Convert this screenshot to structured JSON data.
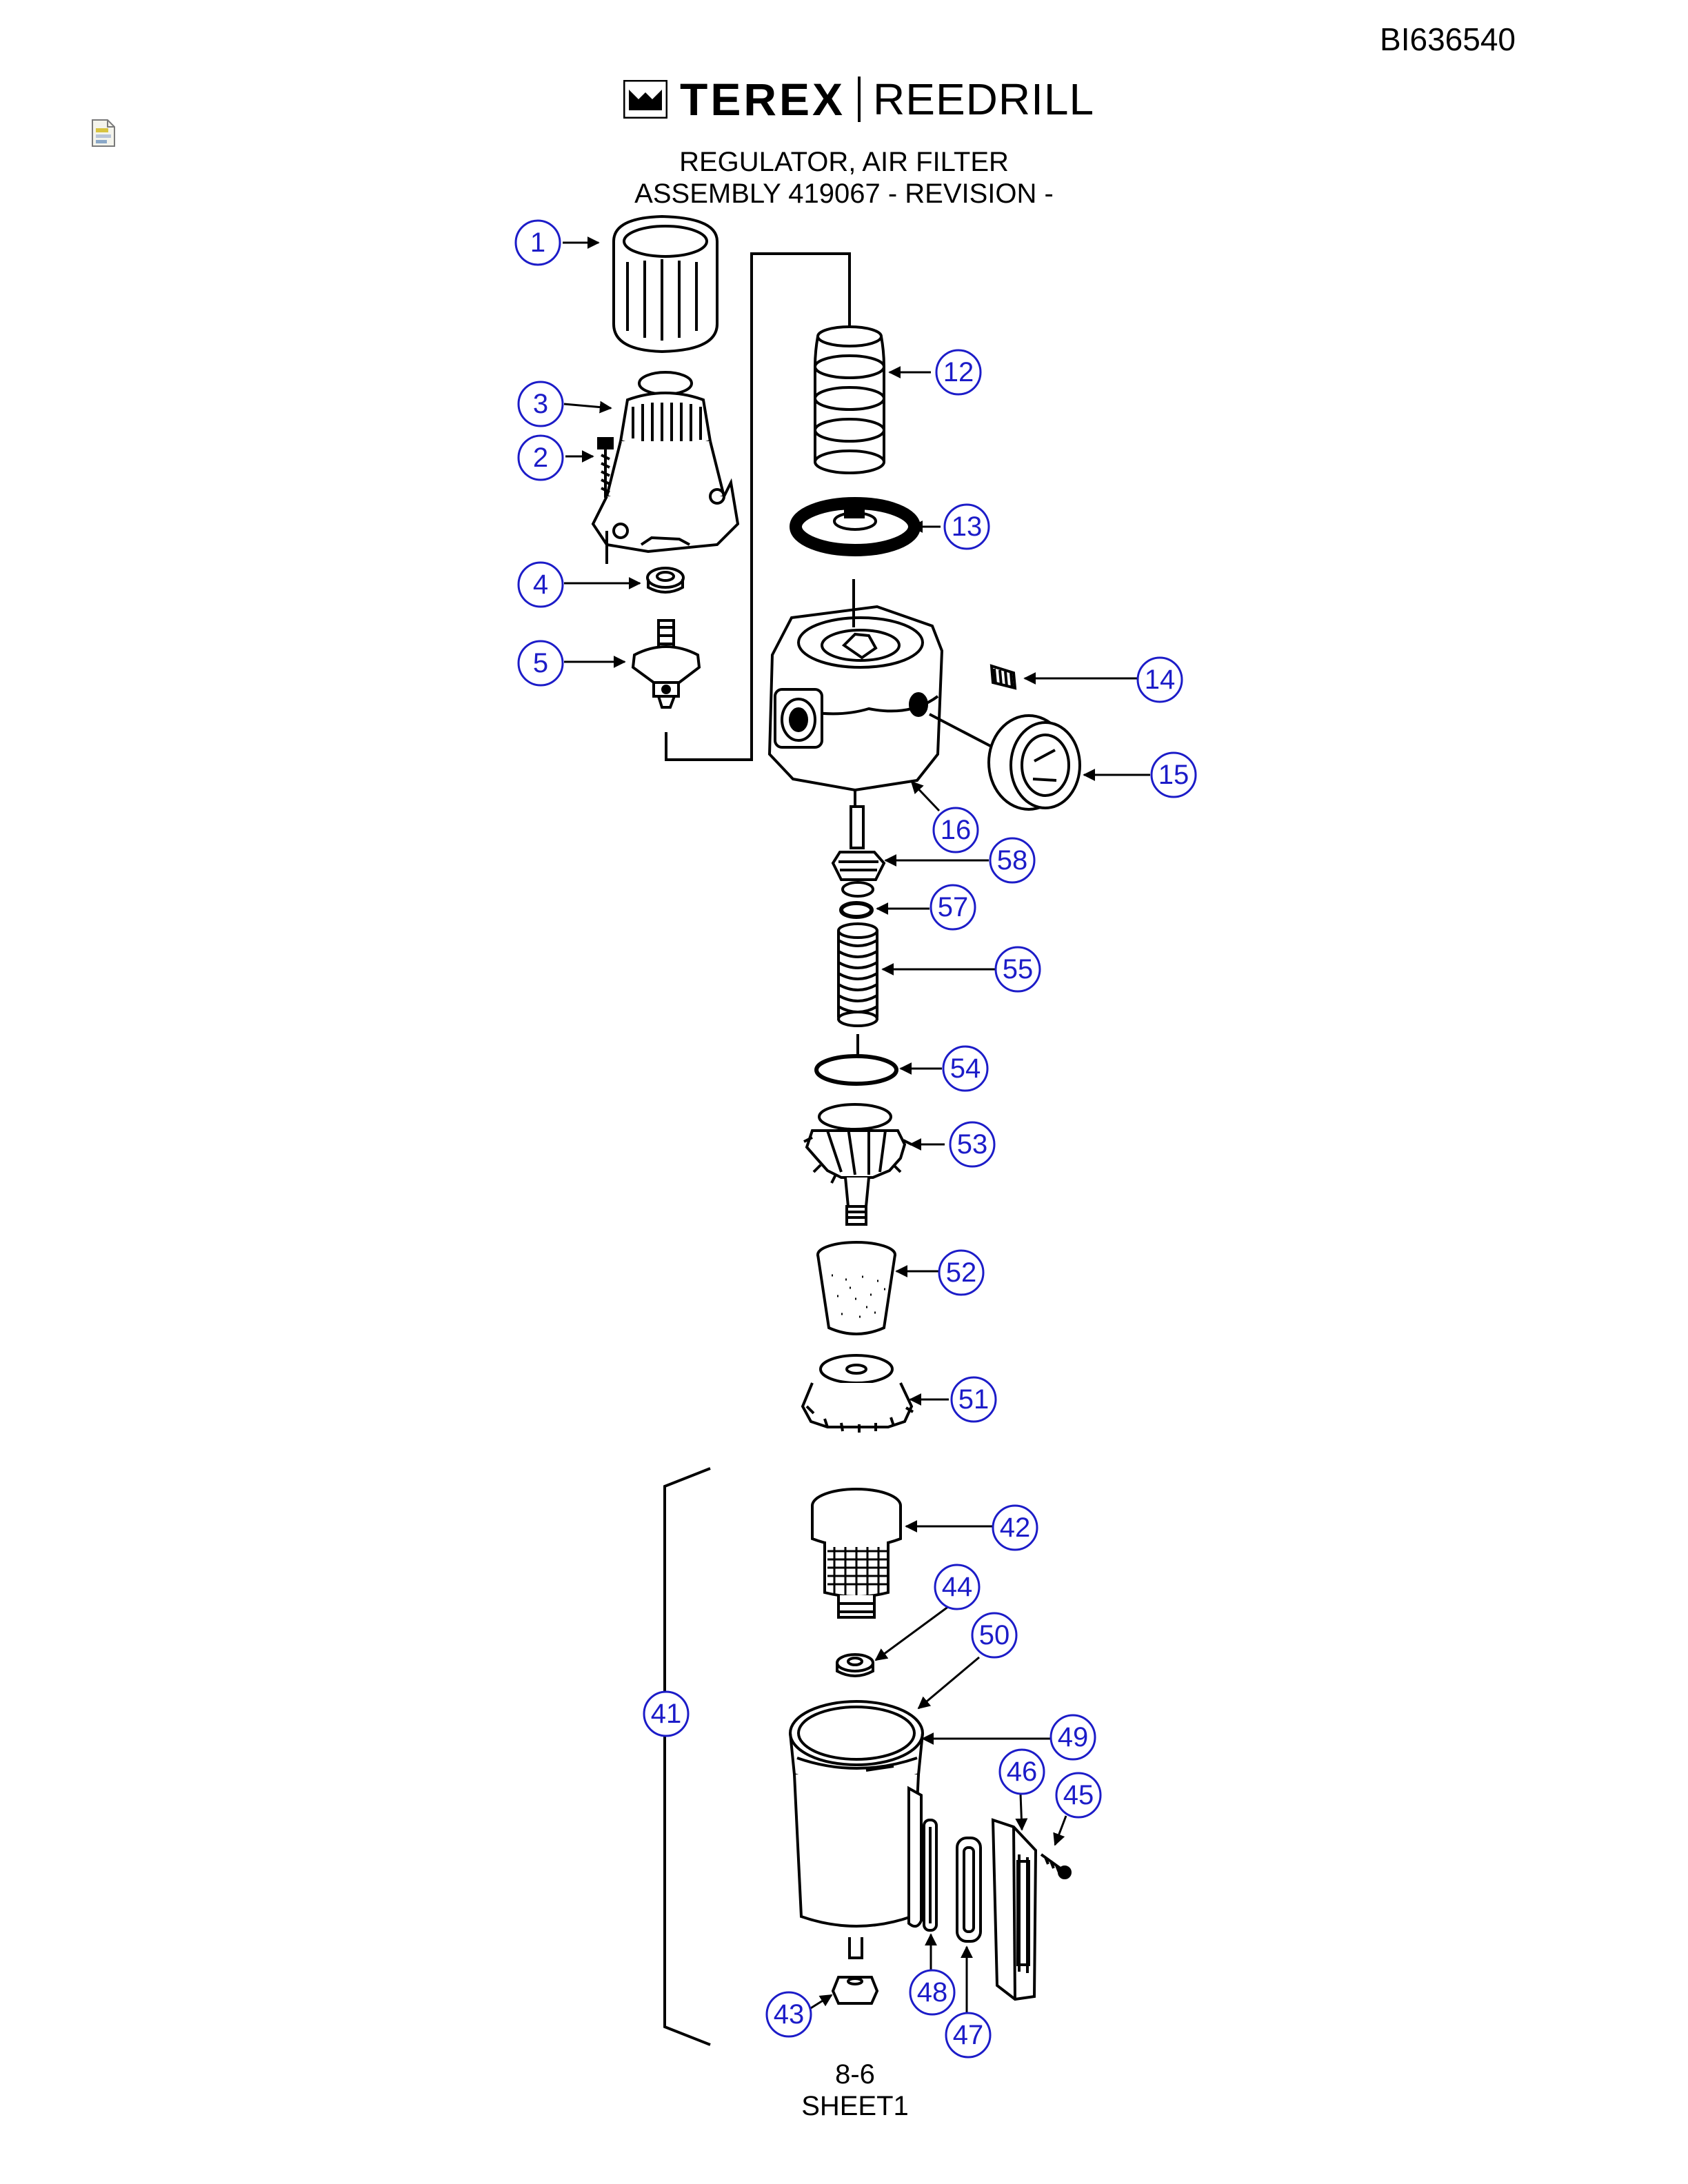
{
  "doc_id": "BI636540",
  "logo": {
    "brand": "TEREX",
    "product": "REEDRILL"
  },
  "title": {
    "line1": "REGULATOR, AIR FILTER",
    "line2": "ASSEMBLY 419067 - REVISION -"
  },
  "footer": {
    "page": "8-6",
    "sheet": "SHEET1"
  },
  "callouts": [
    "1",
    "2",
    "3",
    "4",
    "5",
    "12",
    "13",
    "14",
    "15",
    "16",
    "58",
    "57",
    "55",
    "54",
    "53",
    "52",
    "51",
    "42",
    "44",
    "50",
    "49",
    "46",
    "45",
    "41",
    "48",
    "43",
    "47"
  ],
  "colors": {
    "callout_text": "#1c1cc8",
    "callout_stroke": "#1c1cc8",
    "line": "#000000"
  },
  "icons": [
    "note-attachment-icon",
    "terex-logo-mark"
  ]
}
